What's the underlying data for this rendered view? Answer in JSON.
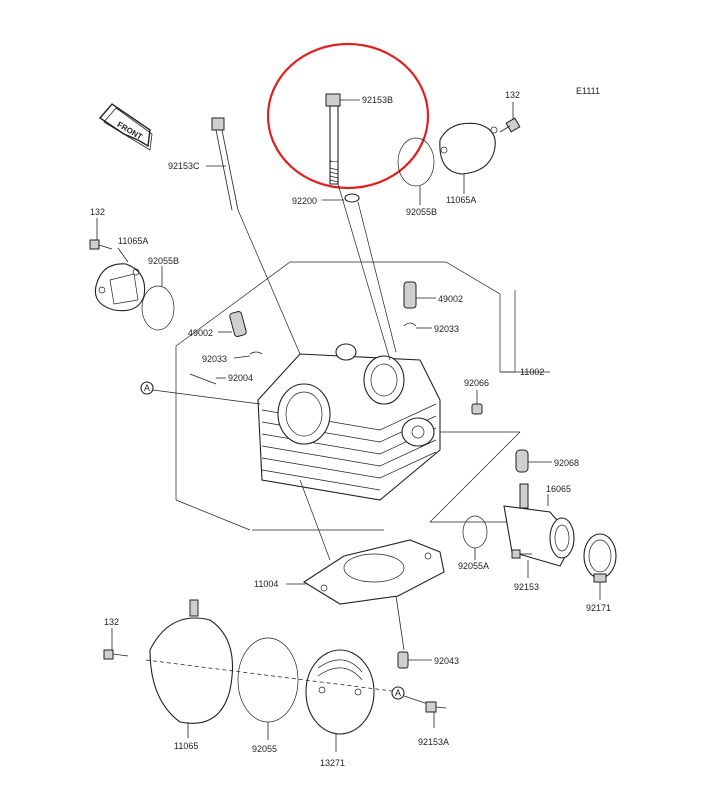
{
  "figure_code": "E1111",
  "front_label": "FRONT",
  "reference_mark": "A",
  "parts": {
    "p92153B": "92153B",
    "p132_top": "132",
    "p92153C": "92153C",
    "p92200": "92200",
    "p92055B_top": "92055B",
    "p11065A_top": "11065A",
    "p132_left": "132",
    "p11065A_left": "11065A",
    "p92055B_left": "92055B",
    "p49002_right": "49002",
    "p92033_right": "92033",
    "p49002_left": "49002",
    "p92033_left": "92033",
    "p92004": "92004",
    "p11002": "11002",
    "p92066": "92066",
    "p92068": "92068",
    "p16065": "16065",
    "p92055A": "92055A",
    "p92153": "92153",
    "p92171": "92171",
    "p11004": "11004",
    "p132_bottom": "132",
    "p92043": "92043",
    "p11065": "11065",
    "p92055": "92055",
    "p13271": "13271",
    "p92153A": "92153A"
  },
  "highlight_color": "#e02020"
}
